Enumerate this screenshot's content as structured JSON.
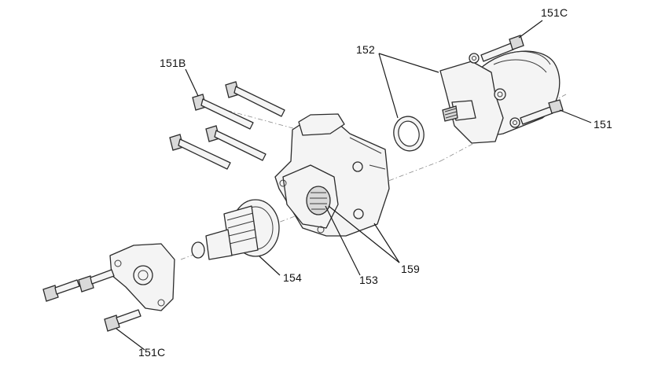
{
  "callouts": {
    "c151c_top": "151C",
    "c152": "152",
    "c151b": "151B",
    "c151": "151",
    "c154": "154",
    "c153": "153",
    "c159": "159",
    "c151c_bottom": "151C"
  },
  "colors": {
    "line": "#2b2b2b",
    "fill": "#f4f4f4",
    "axis": "#8a8a8a"
  }
}
